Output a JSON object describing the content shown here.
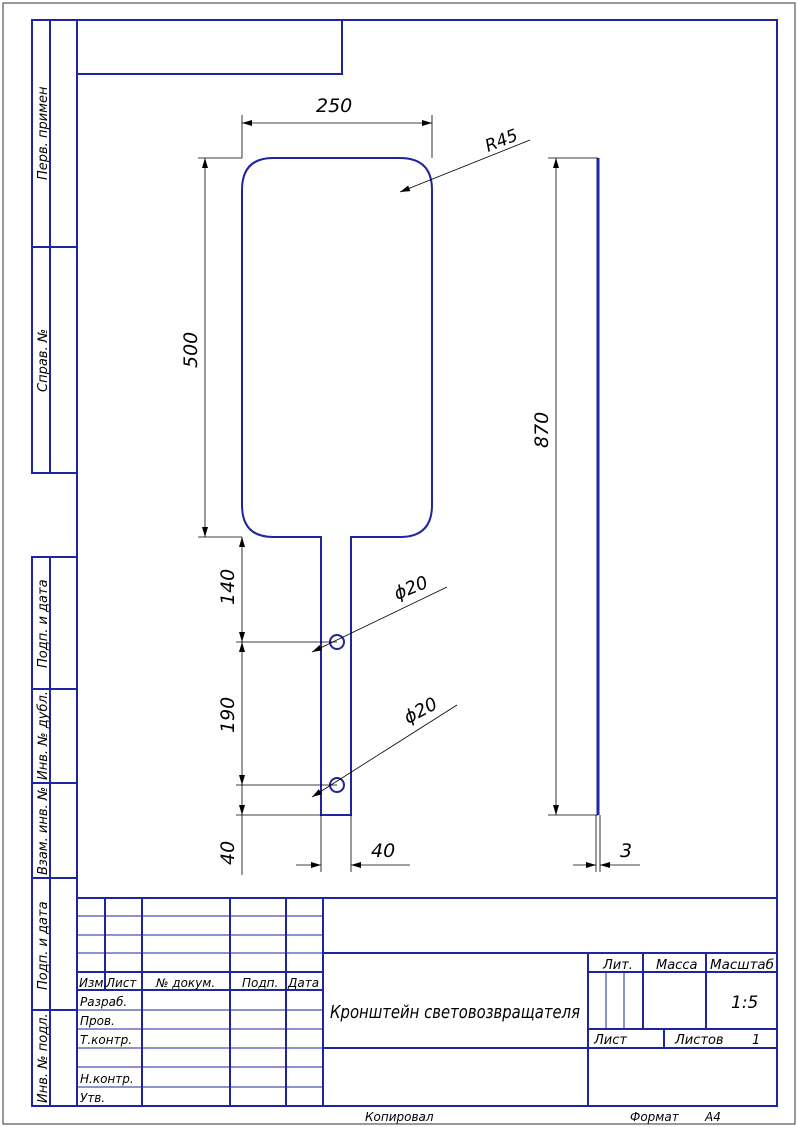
{
  "side_stamps": {
    "perv_primen": "Перв. примен",
    "sprav_no": "Справ. №",
    "podp_data_1": "Подп. и дата",
    "inv_dubl": "Инв. № дубл.",
    "vzam_inv": "Взам. инв. №",
    "podp_data_2": "Подп. и дата",
    "inv_podl": "Инв. № подл."
  },
  "dimensions": {
    "width_top": "250",
    "radius": "R45",
    "height_plate": "500",
    "length_total": "870",
    "hole_offset_1": "140",
    "hole_1": "ϕ20",
    "hole_spacing": "190",
    "hole_2": "ϕ20",
    "end_offset": "40",
    "stem_width": "40",
    "thickness": "3"
  },
  "title_block": {
    "headers": {
      "izm": "Изм.",
      "list": "Лист",
      "doc_no": "№ докум.",
      "podp": "Подп.",
      "data": "Дата"
    },
    "roles": {
      "razrab": "Разраб.",
      "prov": "Пров.",
      "tkontr": "Т.контр.",
      "nkontr": "Н.контр.",
      "utv": "Утв."
    },
    "title": "Кронштейн световозвращателя",
    "lit_label": "Лит.",
    "mass_label": "Масса",
    "scale_label": "Масштаб",
    "scale_value": "1:5",
    "sheet_label": "Лист",
    "sheets_label": "Листов",
    "sheets_value": "1"
  },
  "footer": {
    "copied": "Копировал",
    "format_label": "Формат",
    "format_value": "A4"
  }
}
